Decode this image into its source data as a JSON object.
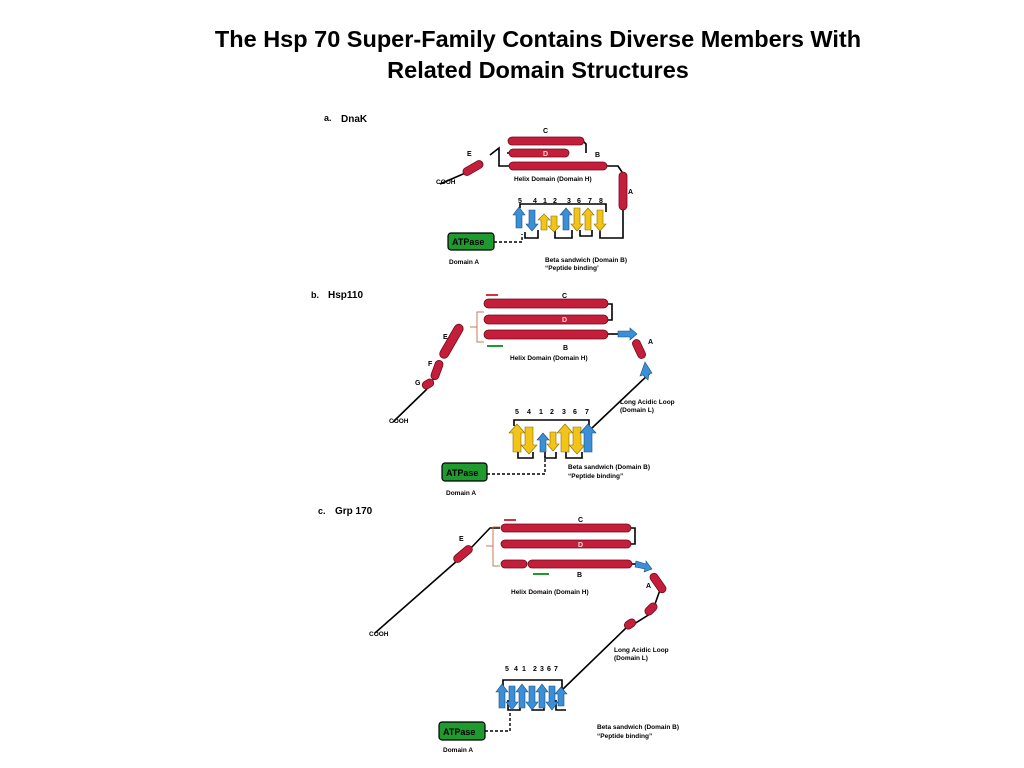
{
  "title": {
    "line1": "The Hsp 70 Super-Family Contains Diverse Members With",
    "line2": "Related Domain Structures"
  },
  "panels": [
    {
      "letter": "a.",
      "name": "DnaK",
      "helices": [
        "C",
        "D",
        "E",
        "B",
        "A"
      ],
      "cooh": "COOH",
      "helix_domain": "Helix Domain (Domain H)",
      "strands": [
        "5",
        "4",
        "1",
        "2",
        "3",
        "6",
        "7",
        "8"
      ],
      "atpase": "ATPase",
      "domain_a": "Domain A",
      "beta_line1": "Beta sandwich (Domain B)",
      "beta_line2": "“Peptide binding’"
    },
    {
      "letter": "b.",
      "name": "Hsp110",
      "helices": [
        "C",
        "D",
        "E",
        "B",
        "A",
        "F",
        "G"
      ],
      "cooh": "COOH",
      "helix_domain": "Helix Domain (Domain H)",
      "loop_line1": "Long Acidic Loop",
      "loop_line2": "(Domain L)",
      "strands": [
        "5",
        "4",
        "1",
        "2",
        "3",
        "6",
        "7"
      ],
      "atpase": "ATPase",
      "domain_a": "Domain A",
      "beta_line1": "Beta sandwich (Domain B)",
      "beta_line2": "“Peptide binding”"
    },
    {
      "letter": "c.",
      "name": "Grp 170",
      "helices": [
        "C",
        "D",
        "E",
        "B",
        "A"
      ],
      "cooh": "COOH",
      "helix_domain": "Helix Domain (Domain H)",
      "loop_line1": "Long Acidic Loop",
      "loop_line2": "(Domain L)",
      "strands": [
        "5",
        "4",
        "1",
        "2",
        "3",
        "6",
        "7"
      ],
      "atpase": "ATPase",
      "domain_a": "Domain A",
      "beta_line1": "Beta sandwich (Domain B)",
      "beta_line2": "“Peptide binding”"
    }
  ],
  "colors": {
    "helix": "#c41e3a",
    "atpase_box": "#1e9a2e",
    "strand_blue": "#3a8fd6",
    "strand_yellow": "#f2c418",
    "green_marker": "#1e9a2e",
    "red_marker": "#d6333a"
  }
}
